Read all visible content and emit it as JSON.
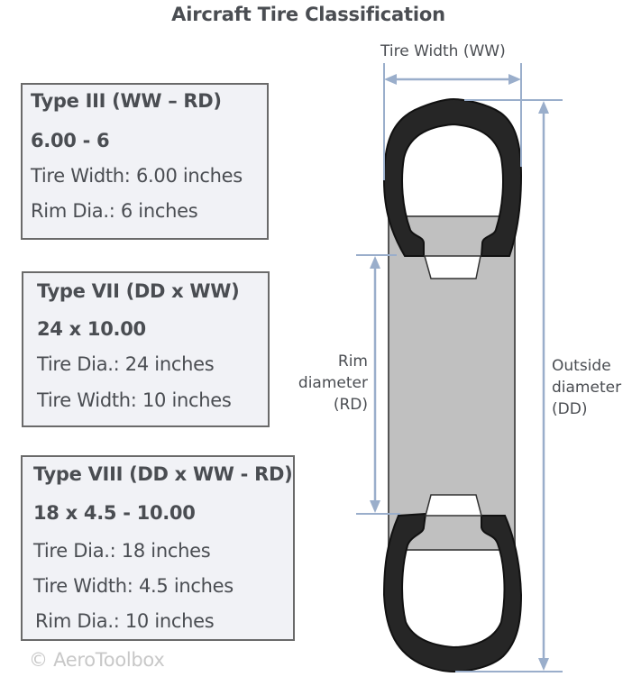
{
  "title": "Aircraft Tire Classification",
  "boxes": [
    {
      "heading": "Type III (WW – RD)",
      "designation": "6.00 - 6",
      "lines": [
        "Tire Width: 6.00 inches",
        "Rim Dia.: 6 inches"
      ]
    },
    {
      "heading": "Type VII (DD x WW)",
      "designation": "24 x 10.00",
      "lines": [
        "Tire Dia.: 24 inches",
        "Tire Width: 10 inches"
      ]
    },
    {
      "heading": "Type VIII (DD x WW - RD)",
      "designation": "18 x 4.5 - 10.00",
      "lines": [
        "Tire Dia.: 18 inches",
        "Tire Width: 4.5 inches",
        "Rim Dia.: 10 inches"
      ]
    }
  ],
  "diagram": {
    "width_label": "Tire Width (WW)",
    "rim_label": [
      "Rim",
      "diameter",
      "(RD)"
    ],
    "outside_label": [
      "Outside",
      "diameter",
      "(DD)"
    ],
    "colors": {
      "tire": "#262626",
      "rim": "#c0c0c0",
      "dimension_line": "#9aaecb",
      "box_bg": "#f1f2f6"
    }
  },
  "copyright": "© AeroToolbox"
}
